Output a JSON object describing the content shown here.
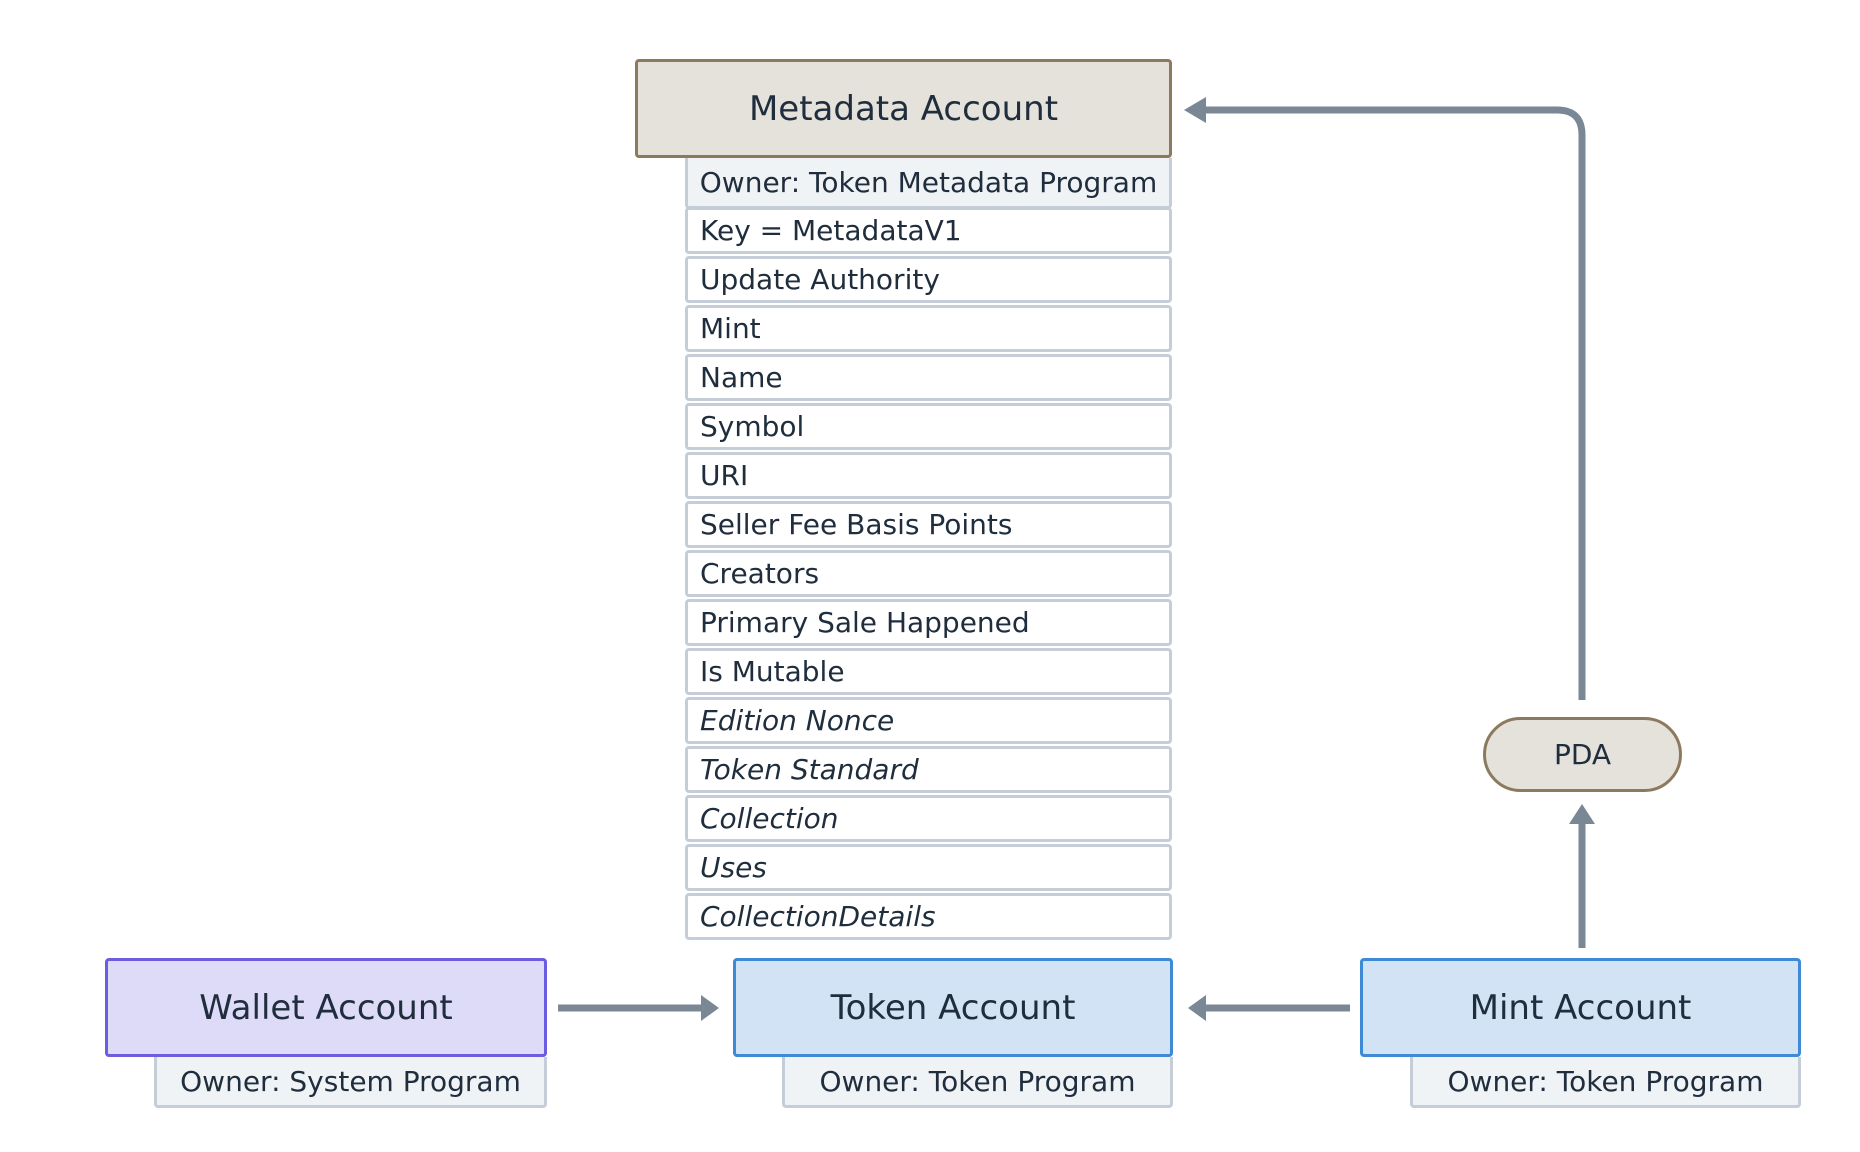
{
  "metadata_account": {
    "title": "Metadata Account",
    "owner": "Owner: Token Metadata Program",
    "fields": [
      {
        "label": "Key = MetadataV1",
        "optional": false
      },
      {
        "label": "Update Authority",
        "optional": false
      },
      {
        "label": "Mint",
        "optional": false
      },
      {
        "label": "Name",
        "optional": false
      },
      {
        "label": "Symbol",
        "optional": false
      },
      {
        "label": "URI",
        "optional": false
      },
      {
        "label": "Seller Fee Basis Points",
        "optional": false
      },
      {
        "label": "Creators",
        "optional": false
      },
      {
        "label": "Primary Sale Happened",
        "optional": false
      },
      {
        "label": "Is Mutable",
        "optional": false
      },
      {
        "label": "Edition Nonce",
        "optional": true
      },
      {
        "label": "Token Standard",
        "optional": true
      },
      {
        "label": "Collection",
        "optional": true
      },
      {
        "label": "Uses",
        "optional": true
      },
      {
        "label": "CollectionDetails",
        "optional": true
      }
    ]
  },
  "wallet_account": {
    "title": "Wallet Account",
    "owner": "Owner: System Program"
  },
  "token_account": {
    "title": "Token Account",
    "owner": "Owner: Token Program"
  },
  "mint_account": {
    "title": "Mint Account",
    "owner": "Owner: Token Program"
  },
  "pda": {
    "label": "PDA"
  },
  "colors": {
    "edge": "#7a8896",
    "metadata_fill": "#e5e1db",
    "metadata_border": "#8c7a5e",
    "wallet_fill": "#dedbf8",
    "wallet_border": "#6b5ce0",
    "token_fill": "#d3e3f6",
    "token_border": "#3f8ad4"
  }
}
